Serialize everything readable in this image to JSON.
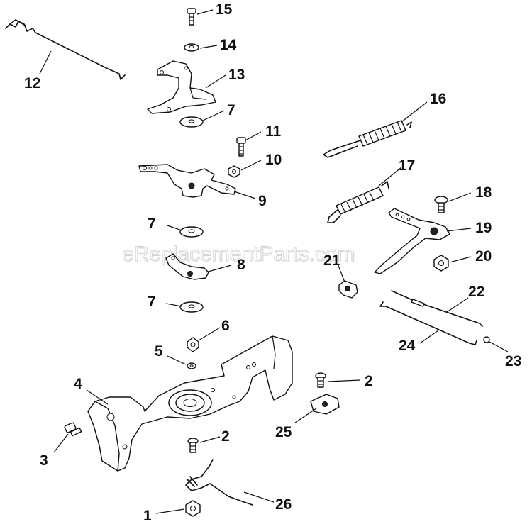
{
  "watermark": "eReplacementParts.com",
  "callouts": [
    {
      "id": "15",
      "text": "15"
    },
    {
      "id": "14",
      "text": "14"
    },
    {
      "id": "13",
      "text": "13"
    },
    {
      "id": "12",
      "text": "12"
    },
    {
      "id": "7a",
      "text": "7"
    },
    {
      "id": "16",
      "text": "16"
    },
    {
      "id": "11",
      "text": "11"
    },
    {
      "id": "10",
      "text": "10"
    },
    {
      "id": "17",
      "text": "17"
    },
    {
      "id": "9",
      "text": "9"
    },
    {
      "id": "18",
      "text": "18"
    },
    {
      "id": "7b",
      "text": "7"
    },
    {
      "id": "19",
      "text": "19"
    },
    {
      "id": "21",
      "text": "21"
    },
    {
      "id": "20",
      "text": "20"
    },
    {
      "id": "8",
      "text": "8"
    },
    {
      "id": "22",
      "text": "22"
    },
    {
      "id": "7c",
      "text": "7"
    },
    {
      "id": "6",
      "text": "6"
    },
    {
      "id": "24",
      "text": "24"
    },
    {
      "id": "23",
      "text": "23"
    },
    {
      "id": "5",
      "text": "5"
    },
    {
      "id": "4",
      "text": "4"
    },
    {
      "id": "2a",
      "text": "2"
    },
    {
      "id": "25",
      "text": "25"
    },
    {
      "id": "3",
      "text": "3"
    },
    {
      "id": "2b",
      "text": "2"
    },
    {
      "id": "26",
      "text": "26"
    },
    {
      "id": "1",
      "text": "1"
    }
  ]
}
